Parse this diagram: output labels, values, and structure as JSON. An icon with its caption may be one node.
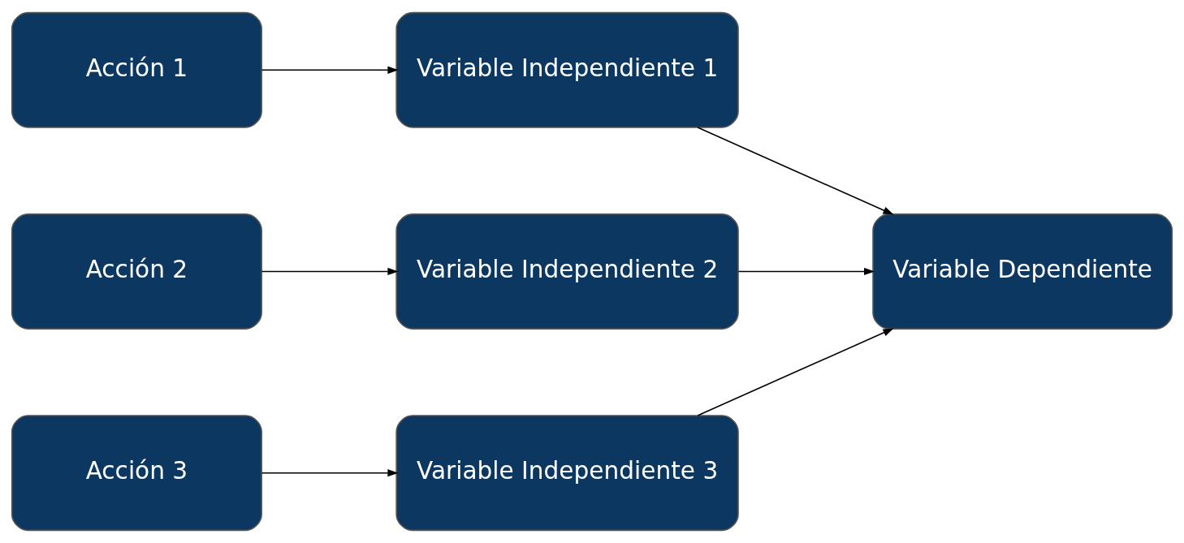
{
  "diagram": {
    "nodes": [
      {
        "text": [
          "Acción 1"
        ]
      },
      {
        "text": [
          "Variable Independiente 1"
        ]
      },
      {
        "text": [
          "Acción 2"
        ]
      },
      {
        "text": [
          "Variable Independiente 2"
        ]
      },
      {
        "text": [
          "Acción 3"
        ]
      },
      {
        "text": [
          "Variable Independiente 3"
        ]
      },
      {
        "text": [
          "Variable Dependiente"
        ]
      }
    ],
    "edges": [
      {
        "from": 0,
        "to": 1,
        "arrow": "to"
      },
      {
        "from": 2,
        "to": 3,
        "arrow": "to"
      },
      {
        "from": 4,
        "to": 5,
        "arrow": "to"
      },
      {
        "from": 1,
        "to": 6,
        "arrow": "to"
      },
      {
        "from": 3,
        "to": 6,
        "arrow": "to"
      },
      {
        "from": 5,
        "to": 6,
        "arrow": "to"
      }
    ]
  }
}
